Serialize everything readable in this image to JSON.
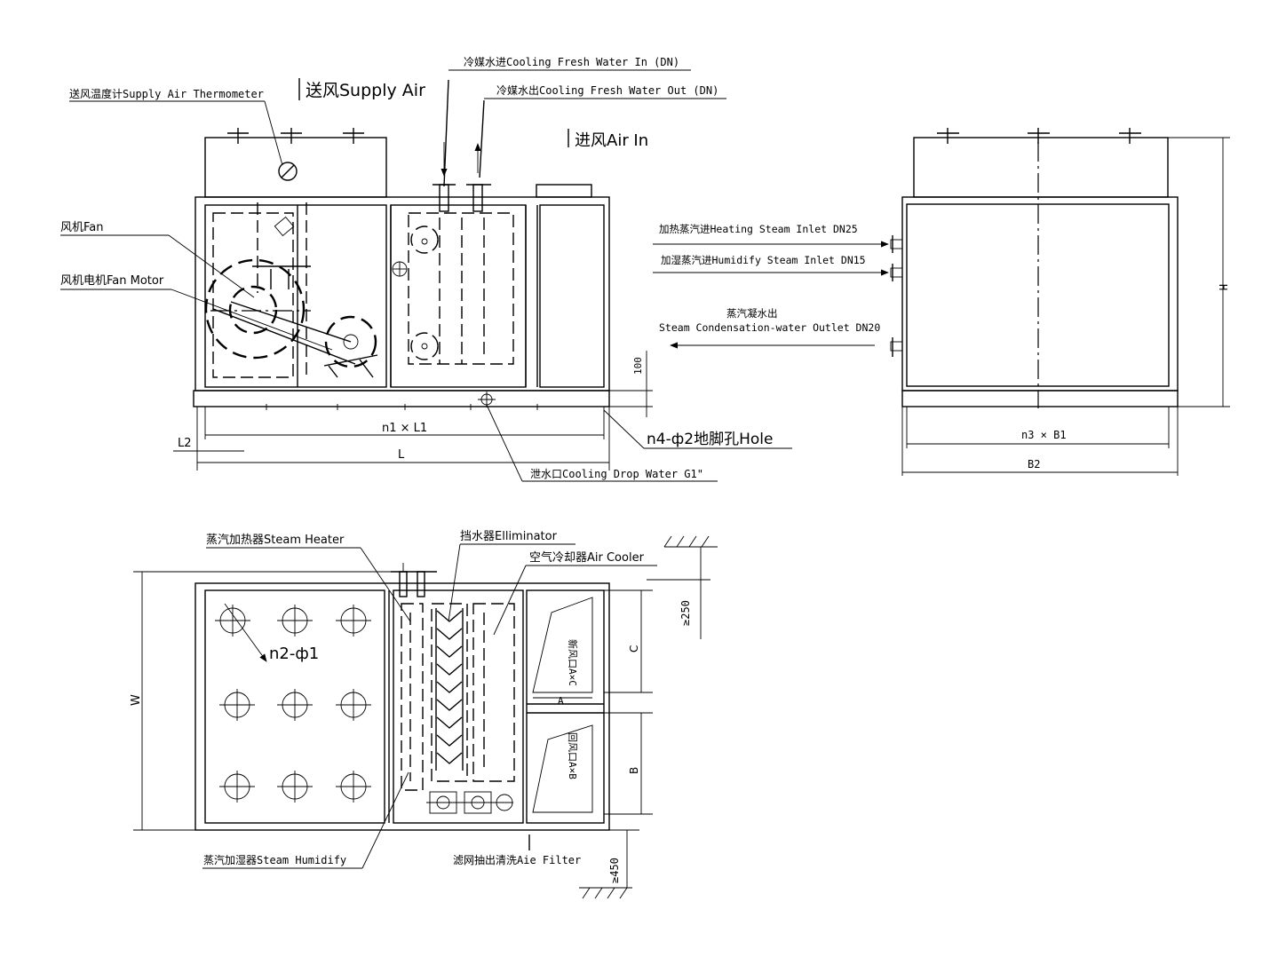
{
  "front": {
    "supply_air": "送风Supply Air",
    "air_in": "进风Air In",
    "thermometer": "送风温度计Supply Air Thermometer",
    "fan": "风机Fan",
    "fan_motor": "风机电机Fan Motor",
    "cooling_in": "冷媒水进Cooling Fresh Water In (DN)",
    "cooling_out": "冷媒水出Cooling Fresh Water Out (DN)",
    "dim_100": "100",
    "dim_n1l1": "n1 × L1",
    "dim_l2": "L2",
    "dim_l": "L",
    "hole": "n4-ф2地脚孔Hole",
    "drop_water": "泄水口Cooling Drop Water G1\""
  },
  "side": {
    "heating_steam": "加热蒸汽进Heating Steam Inlet DN25",
    "humidify_steam": "加湿蒸汽进Humidify Steam Inlet DN15",
    "condensate_cn": "蒸汽凝水出",
    "condensate_en": "Steam Condensation-water Outlet DN20",
    "dim_h": "H",
    "dim_n3b1": "n3 × B1",
    "dim_b2": "B2"
  },
  "plan": {
    "steam_heater": "蒸汽加热器Steam Heater",
    "eliminator": "挡水器Elliminator",
    "air_cooler": "空气冷却器Air Cooler",
    "holes": "n2-ф1",
    "dim_w": "W",
    "dim_250": "≥250",
    "dim_c": "C",
    "dim_a": "A",
    "dim_b": "B",
    "fresh_air": "新风口A×C",
    "return_air": "回风口A×B",
    "steam_humidify": "蒸汽加湿器Steam Humidify",
    "air_filter": "滤网抽出清洗Aie Filter",
    "dim_450": "≥450"
  }
}
